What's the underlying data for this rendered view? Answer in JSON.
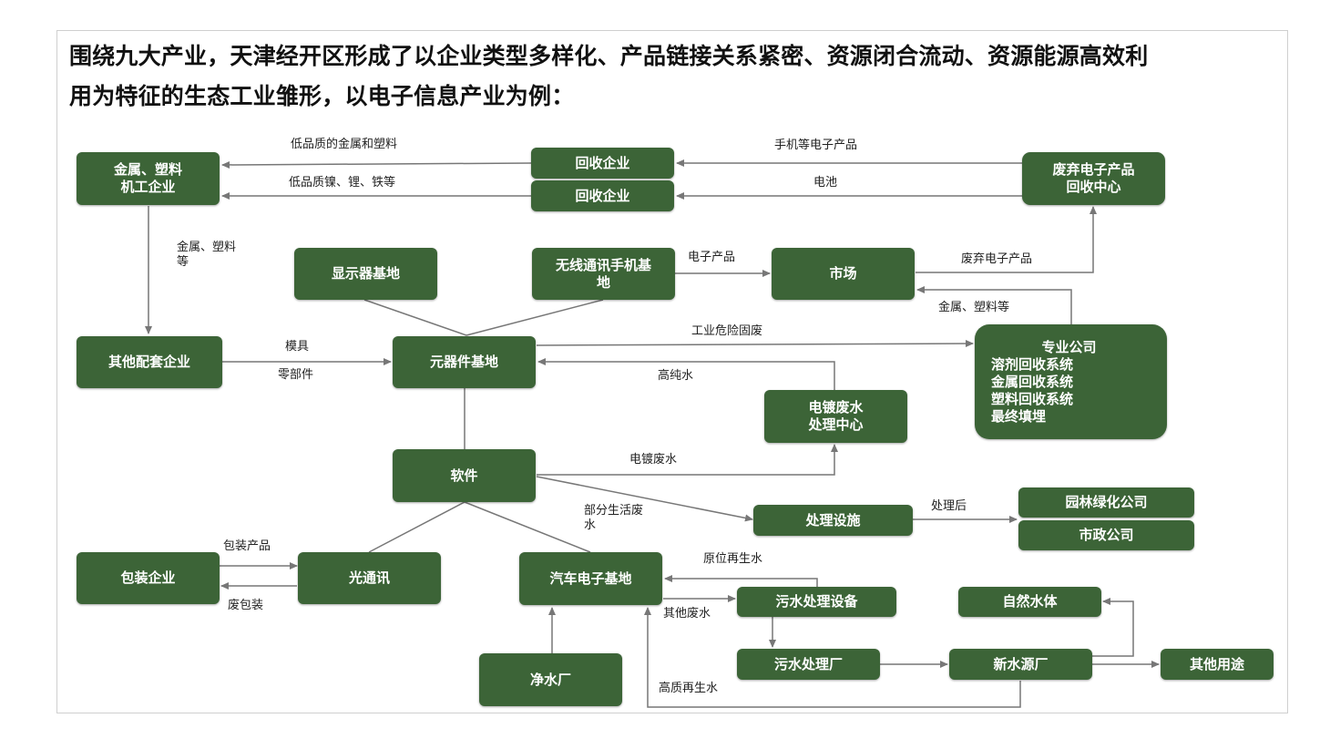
{
  "title": {
    "line1": "围绕九大产业，天津经开区形成了以企业类型多样化、产品链接关系紧密、资源闭合流动、资源能源高效利",
    "line2": "用为特征的生态工业雏形，以电子信息产业为例："
  },
  "nodes": {
    "metal_plastic": {
      "line1": "金属、塑料",
      "line2": "机工企业"
    },
    "recycle1": "回收企业",
    "recycle2": "回收企业",
    "ewaste_center": {
      "line1": "废弃电子产品",
      "line2": "回收中心"
    },
    "display_base": "显示器基地",
    "wireless_base": {
      "line1": "无线通讯手机基",
      "line2": "地"
    },
    "market": "市场",
    "other_supply": "其他配套企业",
    "component_base": "元器件基地",
    "specialist": {
      "title": "专业公司",
      "items": [
        "溶剂回收系统",
        "金属回收系统",
        "塑料回收系统",
        "最终填埋"
      ]
    },
    "plating_center": {
      "line1": "电镀废水",
      "line2": "处理中心"
    },
    "software": "软件",
    "treatment": "处理设施",
    "garden": "园林绿化公司",
    "municipal": "市政公司",
    "packaging": "包装企业",
    "optical": "光通讯",
    "auto_base": "汽车电子基地",
    "sewage_equip": "污水处理设备",
    "natural_water": "自然水体",
    "sewage_plant": "污水处理厂",
    "newwater": "新水源厂",
    "other_use": "其他用途",
    "clean_water": "净水厂"
  },
  "labels": {
    "low_metal_plastic": "低品质的金属和塑料",
    "low_nickel": "低品质镍、锂、铁等",
    "phones": "手机等电子产品",
    "battery": "电池",
    "metal_plastic_etc": {
      "line1": "金属、塑料",
      "line2": "等"
    },
    "eproducts": "电子产品",
    "waste_eproducts": "废弃电子产品",
    "metal_plastic_etc2": "金属、塑料等",
    "mold": "模具",
    "parts": "零部件",
    "hazardous": "工业危险固废",
    "pure_water": "高纯水",
    "plating_wastewater": "电镀废水",
    "domestic_wastewater": {
      "line1": "部分生活废",
      "line2": "水"
    },
    "after_treatment": "处理后",
    "packaging_products": "包装产品",
    "waste_packaging": "废包装",
    "insitu_water": "原位再生水",
    "other_wastewater": "其他废水",
    "hq_water": "高质再生水"
  },
  "colors": {
    "node_fill": "#3c6437",
    "line": "#777777"
  }
}
